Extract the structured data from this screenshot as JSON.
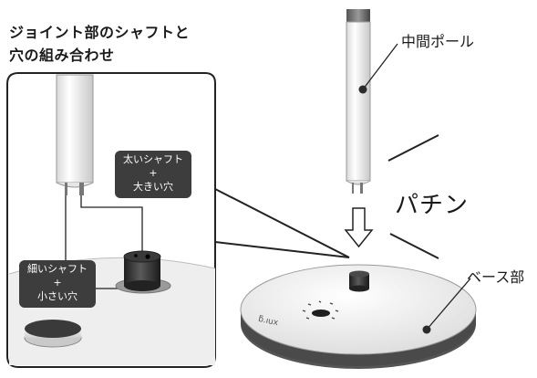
{
  "title_line1": "ジョイント部のシャフトと",
  "title_line2": "穴の組み合わせ",
  "labels": {
    "middle_pole": "中間ポール",
    "base": "ベース部",
    "click_sound": "パチン"
  },
  "thick_box": {
    "line1": "太いシャフト",
    "plus": "+",
    "line2": "大きい穴"
  },
  "thin_box": {
    "line1": "細いシャフト",
    "plus": "+",
    "line2": "小さい穴"
  },
  "base_logo": "ƃ.ıux",
  "colors": {
    "label_box": "#3d3d3d",
    "dot": "#2b2b2b"
  }
}
